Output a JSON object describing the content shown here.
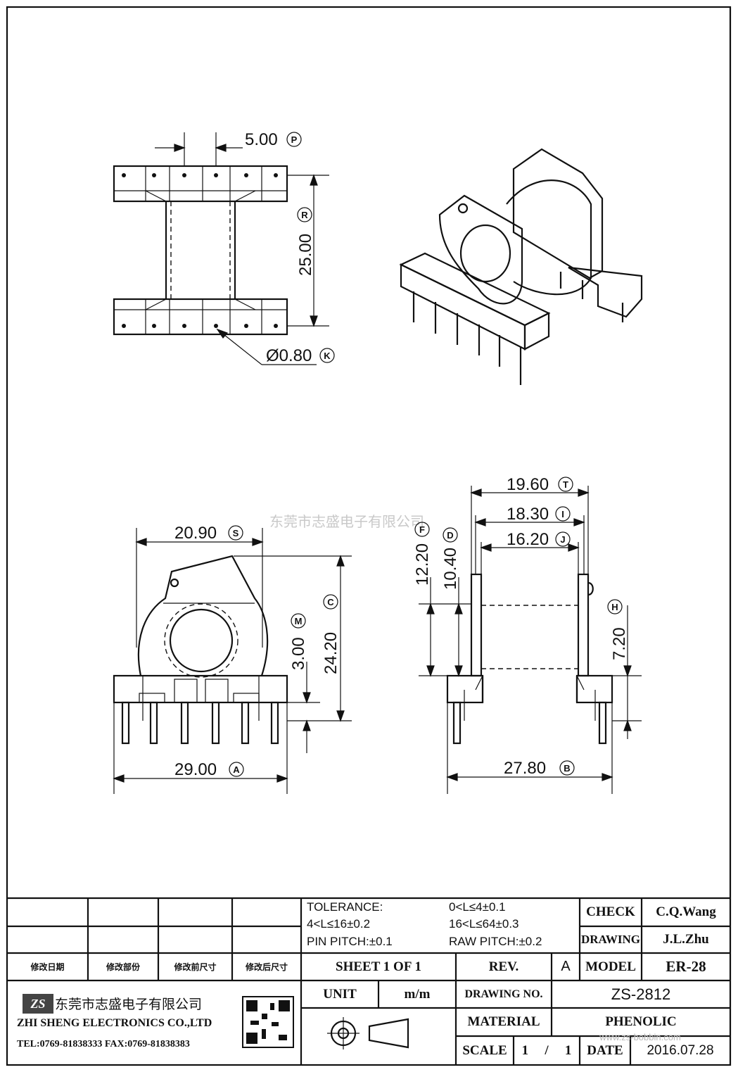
{
  "watermark": "东莞市志盛电子有限公司",
  "dimensions": {
    "top_pitch": "5.00",
    "top_pitch_ref": "P",
    "top_span": "25.00",
    "top_span_ref": "R",
    "hole_dia": "Ø0.80",
    "hole_dia_ref": "K",
    "front_flange_w": "20.90",
    "front_flange_w_ref": "S",
    "front_height": "24.20",
    "front_height_ref": "C",
    "front_standoff": "3.00",
    "front_standoff_ref": "M",
    "front_base_w": "29.00",
    "front_base_w_ref": "A",
    "side_t": "19.60",
    "side_t_ref": "T",
    "side_i": "18.30",
    "side_i_ref": "I",
    "side_j": "16.20",
    "side_j_ref": "J",
    "side_f": "12.20",
    "side_f_ref": "F",
    "side_d": "10.40",
    "side_d_ref": "D",
    "side_h": "7.20",
    "side_h_ref": "H",
    "side_base_w": "27.80",
    "side_base_w_ref": "B"
  },
  "title_block": {
    "tolerance_label": "TOLERANCE:",
    "tol_1": "0<L≤4±0.1",
    "tol_2": "4<L≤16±0.2",
    "tol_3": "16<L≤64±0.3",
    "pin_pitch": "PIN PITCH:±0.1",
    "raw_pitch": "RAW PITCH:±0.2",
    "check_label": "CHECK",
    "check_value": "C.Q.Wang",
    "drawing_label": "DRAWING",
    "drawing_value": "J.L.Zhu",
    "rev_col_1": "修改日期",
    "rev_col_2": "修改部份",
    "rev_col_3": "修改前尺寸",
    "rev_col_4": "修改后尺寸",
    "sheet": "SHEET 1 OF 1",
    "rev_label": "REV.",
    "rev_value": "A",
    "model_label": "MODEL",
    "model_value": "ER-28",
    "unit_label": "UNIT",
    "unit_value": "m/m",
    "drawing_no_label": "DRAWING NO.",
    "drawing_no_value": "ZS-2812",
    "material_label": "MATERIAL",
    "material_value": "PHENOLIC",
    "scale_label": "SCALE",
    "scale_num": "1",
    "scale_sep": "/",
    "scale_den": "1",
    "date_label": "DATE",
    "date_value": "2016.07.28",
    "company_cn": "东莞市志盛电子有限公司",
    "company_en": "ZHI SHENG ELECTRONICS CO.,LTD",
    "contact": "TEL:0769-81838333 FAX:0769-81838383",
    "logo_text": "ZS",
    "website": "www.zs-bobbin.com"
  }
}
